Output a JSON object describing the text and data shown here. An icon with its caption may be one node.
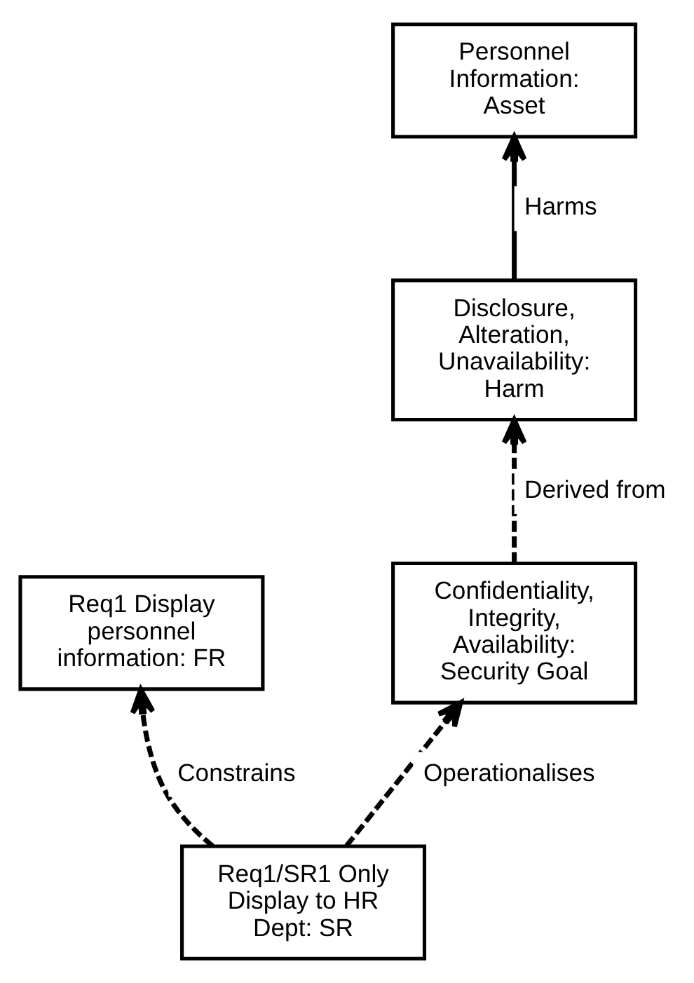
{
  "diagram": {
    "nodes": [
      {
        "text": [
          "Personnel Information: Asset"
        ]
      },
      {
        "text": [
          "Disclosure, Alteration, Unavailability: Harm"
        ]
      },
      {
        "text": [
          "Confidentiality, Integrity, Availability: Security Goal"
        ]
      },
      {
        "text": [
          "Req1 Display personnel information: FR"
        ]
      },
      {
        "text": [
          "Req1/SR1 Only Display to HR Dept: SR"
        ]
      }
    ],
    "edges": [
      {
        "from": 1,
        "to": 0,
        "arrow": "to",
        "label": "Harms"
      },
      {
        "from": 2,
        "to": 1,
        "arrow": "to",
        "label": "Derived from",
        "style": "dashed"
      },
      {
        "from": 4,
        "to": 2,
        "arrow": "to",
        "label": "Operationalises",
        "style": "dashed"
      },
      {
        "from": 4,
        "to": 3,
        "arrow": "to",
        "label": "Constrains",
        "style": "dashed"
      }
    ]
  }
}
